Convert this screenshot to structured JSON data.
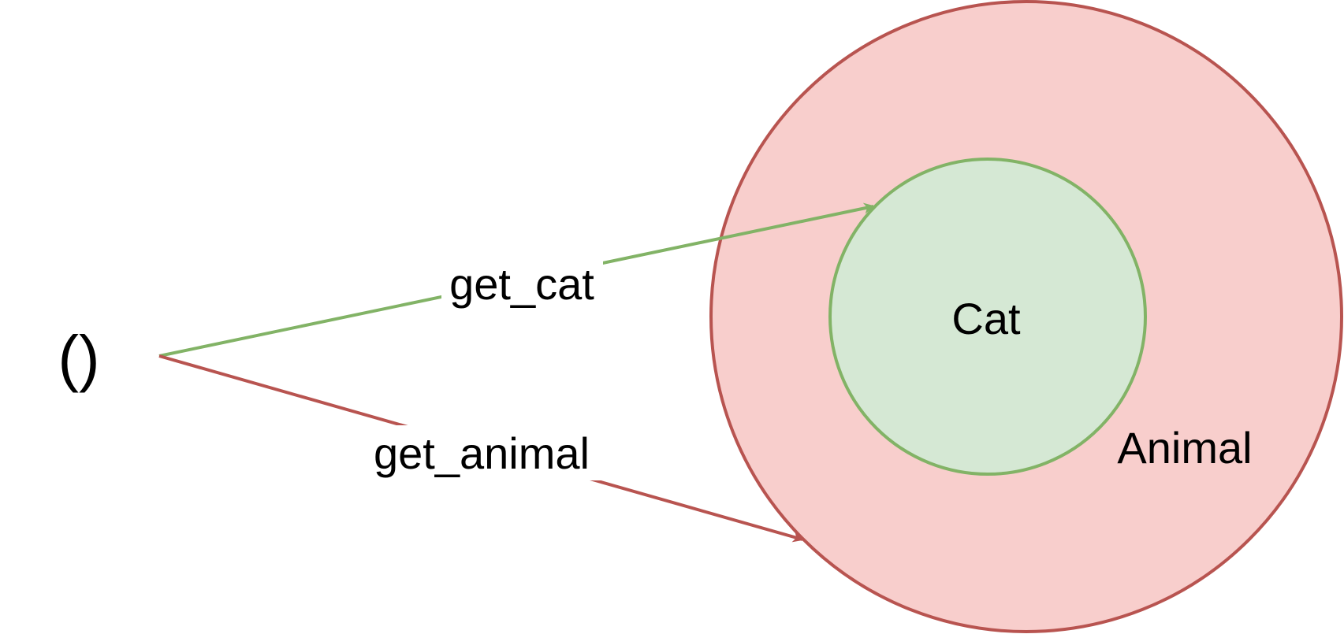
{
  "diagram": {
    "source_label": "()",
    "outer_set": {
      "label": "Animal",
      "fill": "#f8cecc",
      "stroke": "#b85450"
    },
    "inner_set": {
      "label": "Cat",
      "fill": "#d5e8d4",
      "stroke": "#82b366"
    },
    "edges": [
      {
        "label": "get_cat",
        "from": "()",
        "to": "Cat",
        "color": "#82b366"
      },
      {
        "label": "get_animal",
        "from": "()",
        "to": "Animal",
        "color": "#b85450"
      }
    ]
  }
}
